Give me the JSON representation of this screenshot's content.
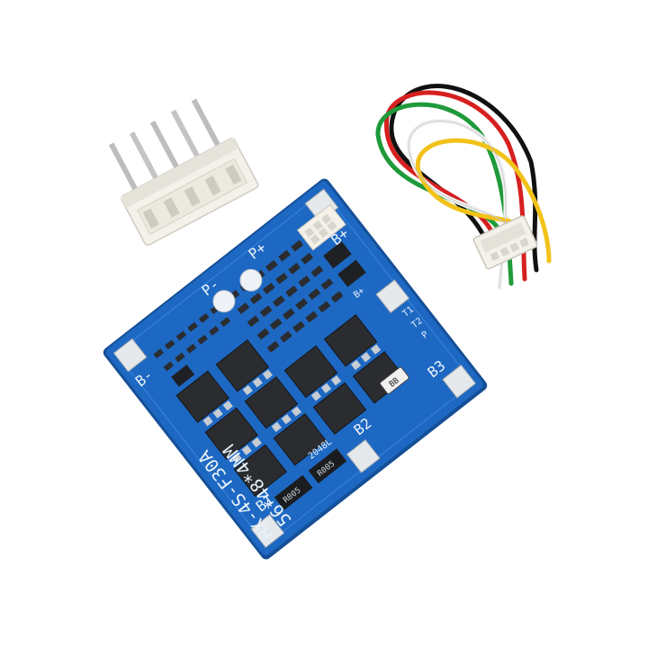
{
  "board": {
    "model_code": "HX-4S-F30A",
    "dimensions": "56*48*4MM",
    "terminals": {
      "b_minus": "B-",
      "b1": "B1",
      "b2": "B2",
      "b3": "B3",
      "b_plus": "B+",
      "p_minus": "P-",
      "p_plus": "P+"
    },
    "small_marks": {
      "b_plus_small": "B+",
      "t1": "T1",
      "t2": "T2",
      "p_small": "P",
      "code_2048": "2048L"
    },
    "resistor_labels": [
      "R005",
      "R005"
    ],
    "component_label": "BB"
  },
  "wire_colors": [
    "#111111",
    "#d62020",
    "#1f9a3a",
    "#f2f2f2",
    "#f2c21a"
  ],
  "colors": {
    "pcb": "#1d68c2",
    "pcb_edge": "#154f97",
    "silkscreen": "#e9f2fb",
    "mosfet": "#2a2c30",
    "connector": "#f3f1ea"
  }
}
